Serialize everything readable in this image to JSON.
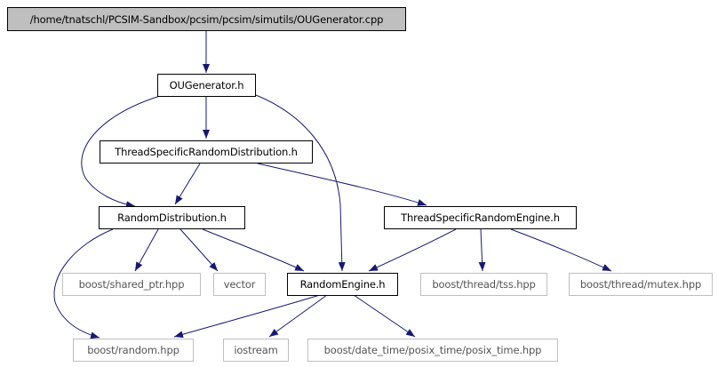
{
  "graph": {
    "edge_color": "#191970",
    "nodes": [
      {
        "id": "root",
        "label": "/home/tnatschl/PCSIM-Sandbox/pcsim/pcsim/simutils/OUGenerator.cpp",
        "kind": "root"
      },
      {
        "id": "ougen",
        "label": "OUGenerator.h",
        "kind": "local"
      },
      {
        "id": "tsrd",
        "label": "ThreadSpecificRandomDistribution.h",
        "kind": "local"
      },
      {
        "id": "rd",
        "label": "RandomDistribution.h",
        "kind": "local"
      },
      {
        "id": "tsre",
        "label": "ThreadSpecificRandomEngine.h",
        "kind": "local"
      },
      {
        "id": "re",
        "label": "RandomEngine.h",
        "kind": "local"
      },
      {
        "id": "sharedptr",
        "label": "boost/shared_ptr.hpp",
        "kind": "system"
      },
      {
        "id": "vector",
        "label": "vector",
        "kind": "system"
      },
      {
        "id": "tss",
        "label": "boost/thread/tss.hpp",
        "kind": "system"
      },
      {
        "id": "mutex",
        "label": "boost/thread/mutex.hpp",
        "kind": "system"
      },
      {
        "id": "random",
        "label": "boost/random.hpp",
        "kind": "system"
      },
      {
        "id": "iostream",
        "label": "iostream",
        "kind": "system"
      },
      {
        "id": "posix",
        "label": "boost/date_time/posix_time/posix_time.hpp",
        "kind": "system"
      }
    ],
    "edges": [
      {
        "from": "root",
        "to": "ougen"
      },
      {
        "from": "ougen",
        "to": "tsrd"
      },
      {
        "from": "ougen",
        "to": "rd"
      },
      {
        "from": "ougen",
        "to": "re"
      },
      {
        "from": "tsrd",
        "to": "rd"
      },
      {
        "from": "tsrd",
        "to": "tsre"
      },
      {
        "from": "rd",
        "to": "sharedptr"
      },
      {
        "from": "rd",
        "to": "vector"
      },
      {
        "from": "rd",
        "to": "re"
      },
      {
        "from": "rd",
        "to": "random"
      },
      {
        "from": "tsre",
        "to": "re"
      },
      {
        "from": "tsre",
        "to": "tss"
      },
      {
        "from": "tsre",
        "to": "mutex"
      },
      {
        "from": "re",
        "to": "random"
      },
      {
        "from": "re",
        "to": "iostream"
      },
      {
        "from": "re",
        "to": "posix"
      }
    ]
  }
}
